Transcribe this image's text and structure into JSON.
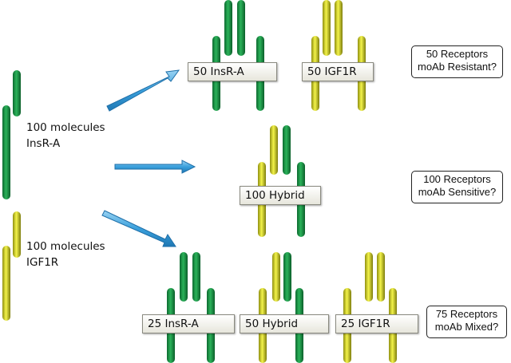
{
  "colors": {
    "insr": "#1a9a4a",
    "igf1r": "#e8e834",
    "arrow": "#4aa8e0"
  },
  "left": {
    "insr_label": [
      "100 molecules",
      "InsR-A"
    ],
    "igf1r_label": [
      "100 molecules",
      "IGF1R"
    ]
  },
  "row1": {
    "tags": [
      "50 InsR-A",
      "50 IGF1R"
    ],
    "outcome": [
      "50 Receptors",
      "moAb Resistant?"
    ]
  },
  "row2": {
    "tags": [
      "100 Hybrid"
    ],
    "outcome": [
      "100 Receptors",
      "moAb Sensitive?"
    ]
  },
  "row3": {
    "tags": [
      "25 InsR-A",
      "50 Hybrid",
      "25 IGF1R"
    ],
    "outcome": [
      "75 Receptors",
      "moAb Mixed?"
    ]
  }
}
